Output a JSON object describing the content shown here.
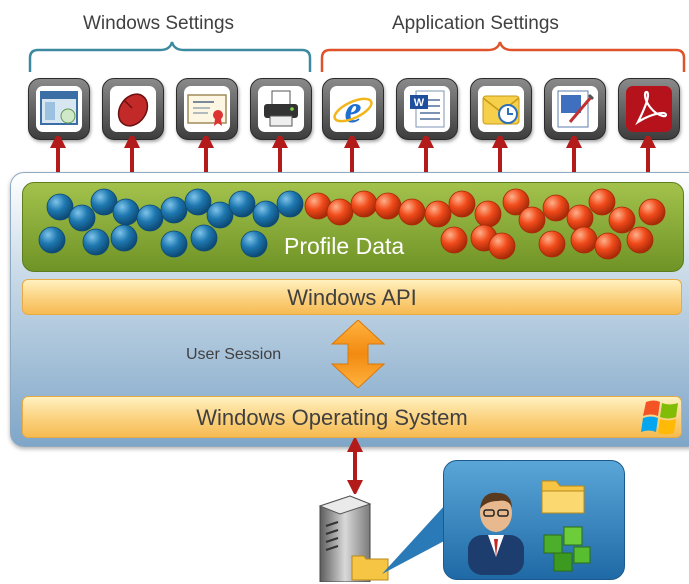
{
  "groups": {
    "windows_settings": "Windows Settings",
    "application_settings": "Application Settings"
  },
  "icons": [
    {
      "name": "window-icon",
      "group": "windows"
    },
    {
      "name": "mouse-icon",
      "group": "windows"
    },
    {
      "name": "certificate-icon",
      "group": "windows"
    },
    {
      "name": "printer-icon",
      "group": "windows"
    },
    {
      "name": "internet-explorer-icon",
      "group": "application"
    },
    {
      "name": "word-icon",
      "group": "application"
    },
    {
      "name": "outlook-icon",
      "group": "application"
    },
    {
      "name": "visio-icon",
      "group": "application"
    },
    {
      "name": "acrobat-icon",
      "group": "application"
    }
  ],
  "layers": {
    "profile_data": "Profile Data",
    "windows_api": "Windows API",
    "user_session": "User Session",
    "operating_system": "Windows Operating System"
  },
  "colors": {
    "windows_bracket": "#3d8aa0",
    "application_bracket": "#e0532a",
    "arrow": "#b31b1b",
    "blue_bubble": "#1e78b0",
    "orange_bubble": "#f04a1a",
    "profile_green": "#8fb23d",
    "bar_yellow": "#fbd17e"
  }
}
